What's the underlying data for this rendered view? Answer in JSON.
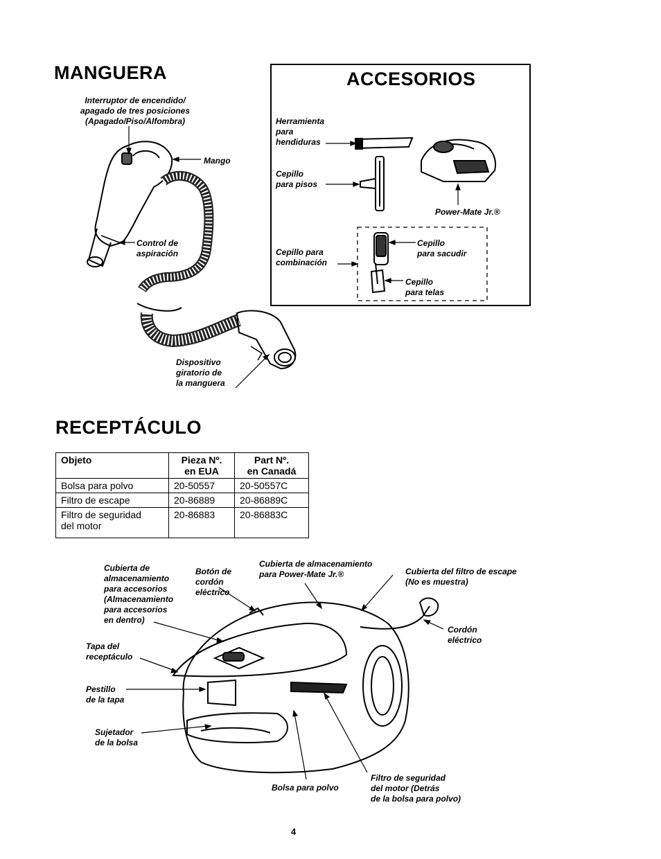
{
  "sections": {
    "hose_title": "MANGUERA",
    "accessories_title": "ACCESORIOS",
    "receptacle_title": "RECEPTÁCULO"
  },
  "hose_labels": {
    "switch": [
      "Interruptor de encendido/",
      "apagado de tres posiciones",
      "(Apagado/Piso/Alfombra)"
    ],
    "handle": "Mango",
    "suction": [
      "Control de",
      "aspiración"
    ],
    "swivel": [
      "Dispositivo",
      "giratorio de",
      "la manguera"
    ]
  },
  "accessory_labels": {
    "crevice": [
      "Herramienta",
      "para",
      "hendiduras"
    ],
    "floor_brush": [
      "Cepillo",
      "para pisos"
    ],
    "powermate": "Power-Mate Jr.®",
    "combination": [
      "Cepillo para",
      "combinación"
    ],
    "dusting": [
      "Cepillo",
      "para sacudir"
    ],
    "upholstery": [
      "Cepillo",
      "para telas"
    ]
  },
  "parts_table": {
    "headers": [
      "Objeto",
      "Pieza Nº. en EUA",
      "Part Nº. en Canadá"
    ],
    "header_lines": [
      [
        "Objeto"
      ],
      [
        "Pieza Nº.",
        "en EUA"
      ],
      [
        "Part Nº.",
        "en Canadá"
      ]
    ],
    "rows": [
      [
        "Bolsa para polvo",
        "20-50557",
        "20-50557C"
      ],
      [
        "Filtro de escape",
        "20-86889",
        "20-86889C"
      ],
      [
        "Filtro de seguridad del motor",
        "20-86883",
        "20-86883C"
      ]
    ],
    "row3_lines": [
      "Filtro de seguridad",
      "del motor"
    ]
  },
  "canister_labels": {
    "storage_cover": [
      "Cubierta de",
      "almacenamiento",
      "para accesorios",
      "(Almacenamiento",
      "para accesorios",
      "en dentro)"
    ],
    "cord_button": [
      "Botón de",
      "cordón",
      "eléctrico"
    ],
    "powermate_storage": [
      "Cubierta de almacenamiento",
      "para Power-Mate Jr.®"
    ],
    "exhaust_cover": [
      "Cubierta del filtro de escape",
      "(No es muestra)"
    ],
    "cord": [
      "Cordón",
      "eléctrico"
    ],
    "lid": [
      "Tapa del",
      "receptáculo"
    ],
    "latch": [
      "Pestillo",
      "de la tapa"
    ],
    "bag_holder": [
      "Sujetador",
      "de la bolsa"
    ],
    "dust_bag": "Bolsa para polvo",
    "motor_filter": [
      "Filtro de seguridad",
      "del motor (Detrás",
      "de la bolsa para polvo)"
    ]
  },
  "page_number": "4"
}
